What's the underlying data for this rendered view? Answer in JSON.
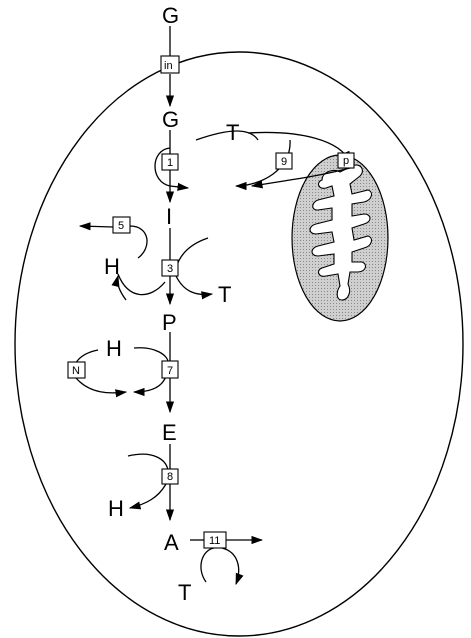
{
  "labels": {
    "g_top": "G",
    "g_cell": "G",
    "t_top": "T",
    "i": "I",
    "h_left": "H",
    "t_step3": "T",
    "p": "P",
    "h_step7": "H",
    "e": "E",
    "h_step8": "H",
    "a": "A",
    "t_bottom": "T"
  },
  "boxes": {
    "in": "in",
    "step1": "1",
    "step9": "9",
    "mito_p": "p",
    "step5": "5",
    "step3": "3",
    "n": "N",
    "step7": "7",
    "step8": "8",
    "step11": "11"
  },
  "colors": {
    "ink": "#000000",
    "mitochondrion_fill": "#c8c8c8",
    "background": "#ffffff"
  }
}
